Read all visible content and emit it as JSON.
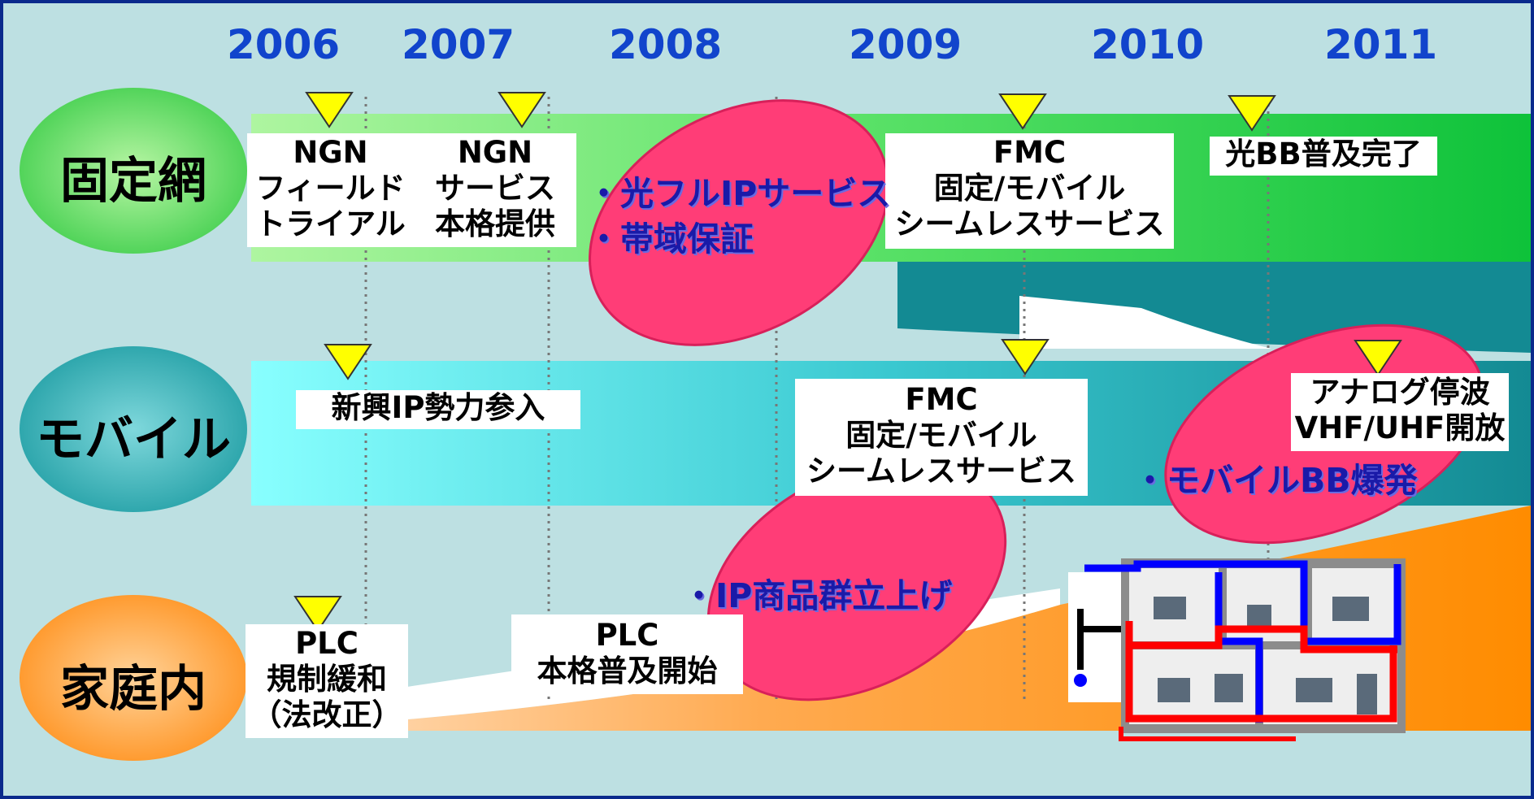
{
  "years": [
    "2006",
    "2007",
    "2008",
    "2009",
    "2010",
    "2011"
  ],
  "categories": {
    "fixed": "固定網",
    "mobile": "モバイル",
    "home": "家庭内"
  },
  "fixed_labels": {
    "ngn_trial": [
      "NGN",
      "フィールド",
      "トライアル"
    ],
    "ngn_service": [
      "NGN",
      "サービス",
      "本格提供"
    ],
    "fmc": [
      "FMC",
      "固定/モバイル",
      "シームレスサービス"
    ],
    "hikari_bb": "光BB普及完了"
  },
  "mobile_labels": {
    "new_ip": "新興IP勢力参入",
    "fmc": [
      "FMC",
      "固定/モバイル",
      "シームレスサービス"
    ],
    "analog": [
      "アナログ停波",
      "VHF/UHF開放"
    ]
  },
  "home_labels": {
    "plc_dereg": [
      "PLC",
      "規制緩和",
      "（法改正）"
    ],
    "plc_start": [
      "PLC",
      "本格普及開始"
    ]
  },
  "highlights": {
    "fixed": [
      "・光フルIPサービス",
      "・帯域保証"
    ],
    "mobile": "・モバイルBB爆発",
    "home": "・IP商品群立上げ"
  },
  "colors": {
    "border": "#0a2a8c",
    "background": "#bde0e2",
    "year": "#1144cc",
    "ellipse": "#ff3d77",
    "marker": "#ffff00"
  }
}
